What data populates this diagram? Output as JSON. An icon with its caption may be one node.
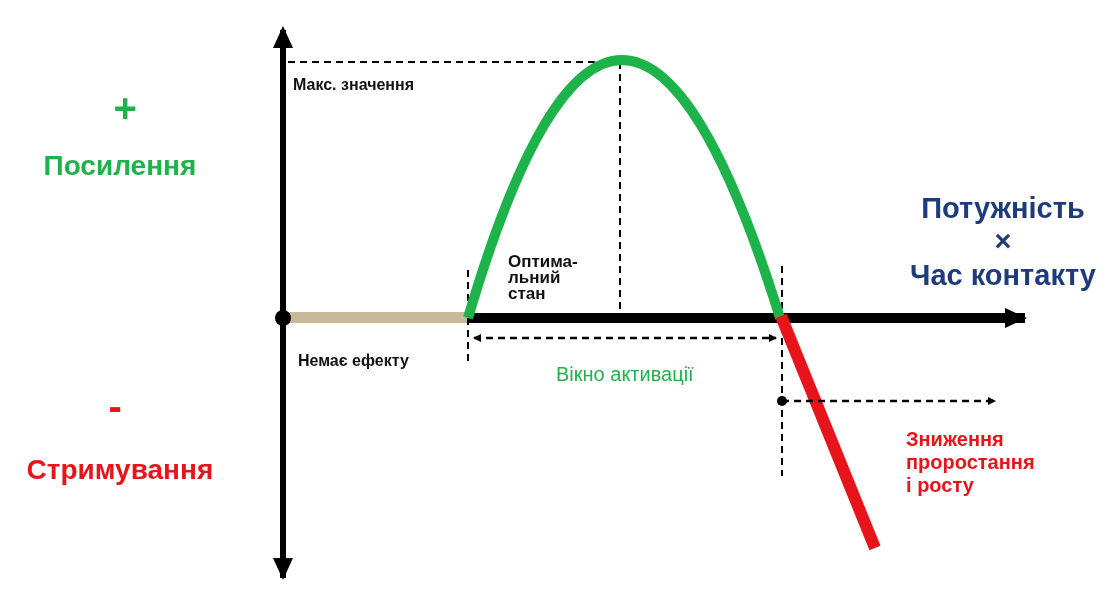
{
  "diagram": {
    "labels": [
      "+",
      "Посилення",
      "Макс. значення",
      "Потужність × Час контакту",
      "Оптима- льний стан",
      "Немає ефекту",
      "Вікно активації",
      "-",
      "Стримування",
      "Зниження проростання і росту"
    ]
  }
}
